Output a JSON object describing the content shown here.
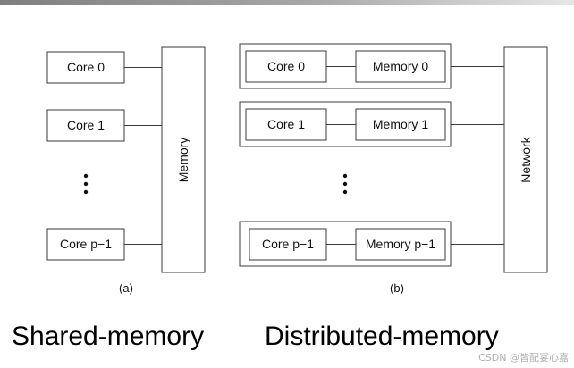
{
  "shared": {
    "cores": [
      "Core 0",
      "Core 1",
      "Core p−1"
    ],
    "memory": "Memory",
    "caption": "(a)"
  },
  "distributed": {
    "nodes": [
      {
        "core": "Core 0",
        "memory": "Memory 0"
      },
      {
        "core": "Core 1",
        "memory": "Memory 1"
      },
      {
        "core": "Core p−1",
        "memory": "Memory p−1"
      }
    ],
    "network": "Network",
    "caption": "(b)"
  },
  "titles": {
    "left": "Shared-memory",
    "right": "Distributed-memory"
  },
  "watermark": "CSDN @皆配宴心嘉"
}
